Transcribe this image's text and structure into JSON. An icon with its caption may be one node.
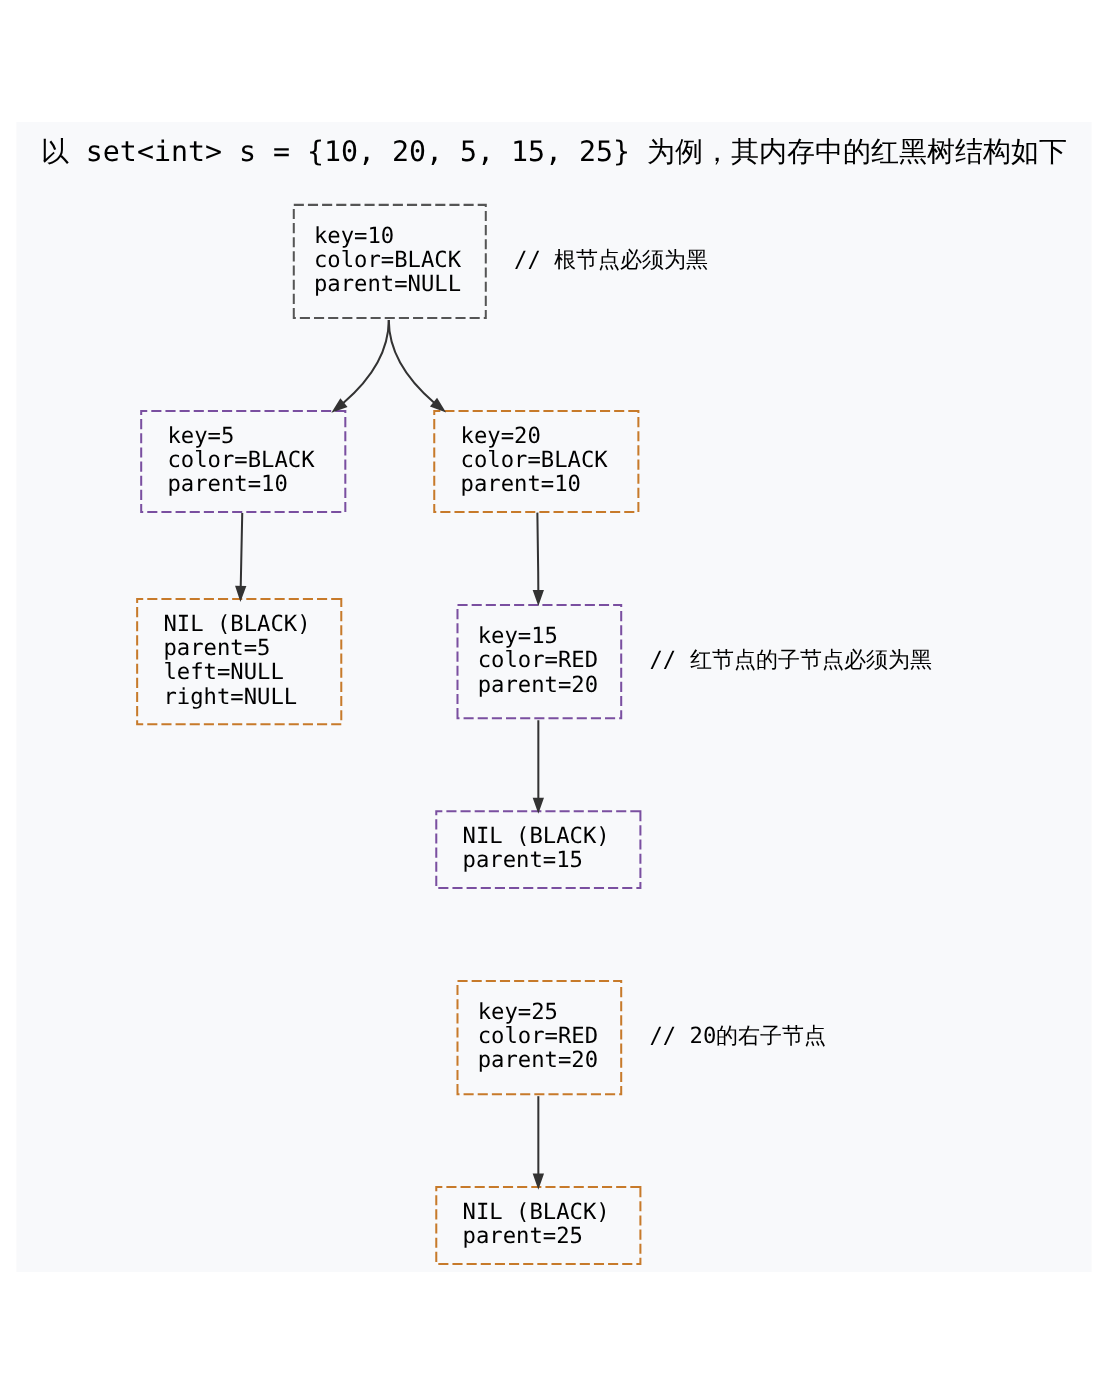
{
  "diagram": {
    "title": "以 set<int> s = {10, 20, 5, 15, 25} 为例，其内存中的红黑树结构如下",
    "nodes": [
      {
        "text": [
          "key=10",
          "color=BLACK",
          "parent=NULL"
        ],
        "beside": [
          "// 根节点必须为黑"
        ]
      },
      {
        "text": [
          "key=5",
          "color=BLACK",
          "parent=10"
        ]
      },
      {
        "text": [
          "key=20",
          "color=BLACK",
          "parent=10"
        ]
      },
      {
        "text": [
          "NIL (BLACK)",
          "parent=5",
          "left=NULL",
          "right=NULL"
        ]
      },
      {
        "text": [
          "key=15",
          "color=RED",
          "parent=20"
        ],
        "beside": [
          "// 红节点的子节点必须为黑"
        ]
      },
      {
        "text": [
          "NIL (BLACK)",
          "parent=15"
        ]
      },
      {
        "text": [
          "key=25",
          "color=RED",
          "parent=20"
        ],
        "beside": [
          "// 20的右子节点"
        ]
      },
      {
        "text": [
          "NIL (BLACK)",
          "parent=25"
        ]
      }
    ],
    "edges": [
      {
        "from": 0,
        "to": 1,
        "arrow": "to"
      },
      {
        "from": 0,
        "to": 2,
        "arrow": "to"
      },
      {
        "from": 1,
        "to": 3,
        "arrow": "to"
      },
      {
        "from": 2,
        "to": 4,
        "arrow": "to"
      },
      {
        "from": 4,
        "to": 5,
        "arrow": "to"
      },
      {
        "from": 6,
        "to": 7,
        "arrow": "to"
      }
    ]
  }
}
